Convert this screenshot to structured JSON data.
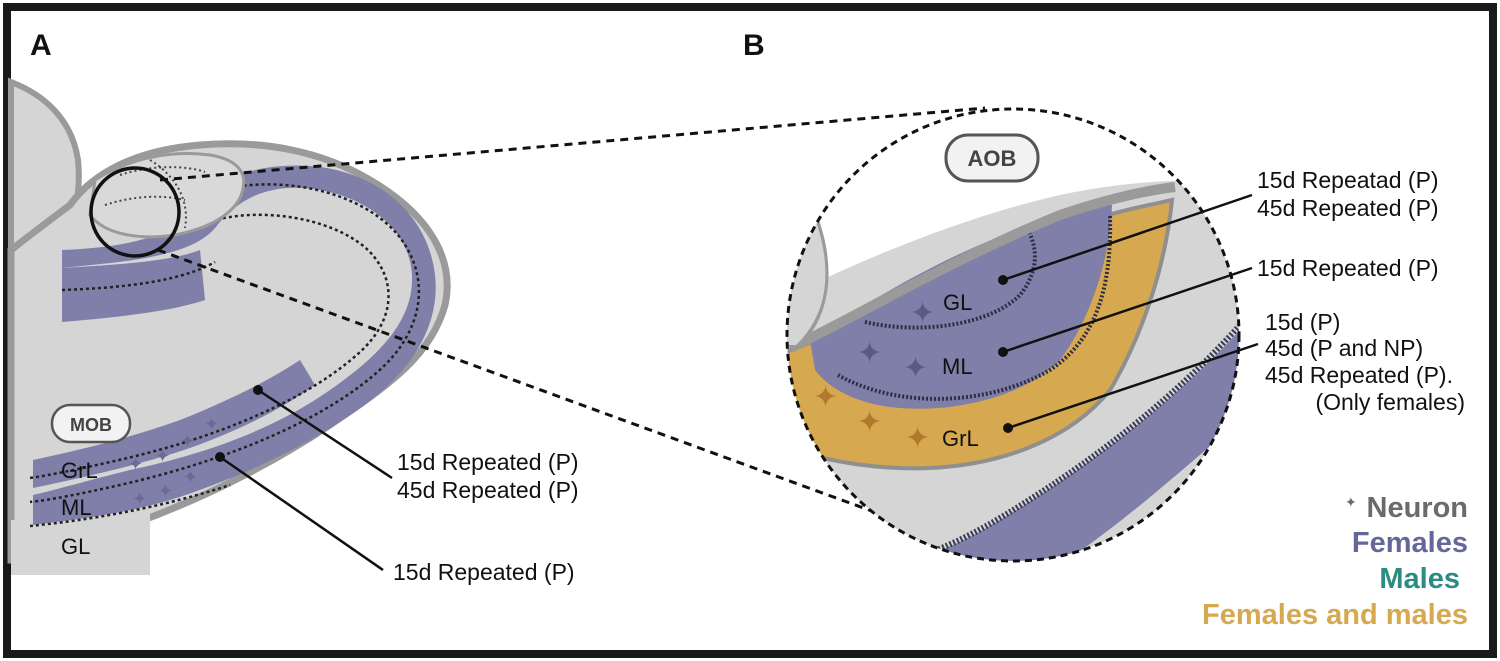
{
  "panels": {
    "a": "A",
    "b": "B"
  },
  "panel_a": {
    "region_label": "MOB",
    "layers": {
      "grl": "GrL",
      "ml": "ML",
      "gl": "GL"
    },
    "annotation_1": {
      "line1": "15d Repeated (P)",
      "line2": "45d Repeated (P)"
    },
    "annotation_2": "15d Repeated (P)"
  },
  "panel_b": {
    "region_label": "AOB",
    "layers": {
      "gl": "GL",
      "ml": "ML",
      "grl": "GrL"
    },
    "annotation_gl": {
      "line1": "15d Repeatad (P)",
      "line2": "45d Repeated (P)"
    },
    "annotation_ml": "15d Repeated (P)",
    "annotation_grl": {
      "line1": "15d (P)",
      "line2": "45d (P and NP)",
      "line3": "45d Repeated (P).",
      "line4": "(Only females)"
    }
  },
  "legend": {
    "neuron_symbol": "✦",
    "neuron": "Neuron",
    "females": "Females",
    "males": "Males",
    "both": "Females and males"
  },
  "colors": {
    "females": "#7f7fa9",
    "males": "#2a8c82",
    "females_and_males": "#d6a84f",
    "neuron": "#6b6b6b",
    "tissue": "#d5d5d5",
    "tissue_outline": "#9a9a9a"
  }
}
